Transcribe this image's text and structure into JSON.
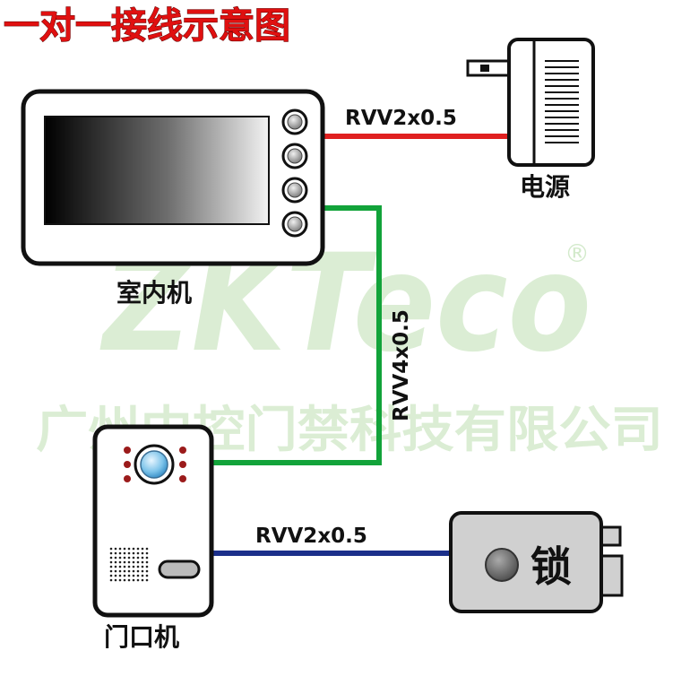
{
  "title": "一对一接线示意图",
  "watermark": {
    "brand": "ZKTeco",
    "registered_mark": "®",
    "company": "广州中控门禁科技有限公司"
  },
  "devices": {
    "indoor_unit": {
      "label": "室内机",
      "button_count": 4
    },
    "power_supply": {
      "label": "电源"
    },
    "door_unit": {
      "label": "门口机"
    },
    "lock": {
      "label": "锁"
    }
  },
  "cables": {
    "power": {
      "label": "RVV2x0.5",
      "color": "#e02020"
    },
    "video": {
      "label": "RVV4x0.5",
      "color": "#12a33a"
    },
    "lock": {
      "label": "RVV2x0.5",
      "color": "#1b2f8a"
    }
  },
  "colors": {
    "title": "#e01010",
    "outline": "#111111",
    "watermark": "#cfe8c6",
    "lock_body": "#d0d0d0"
  }
}
